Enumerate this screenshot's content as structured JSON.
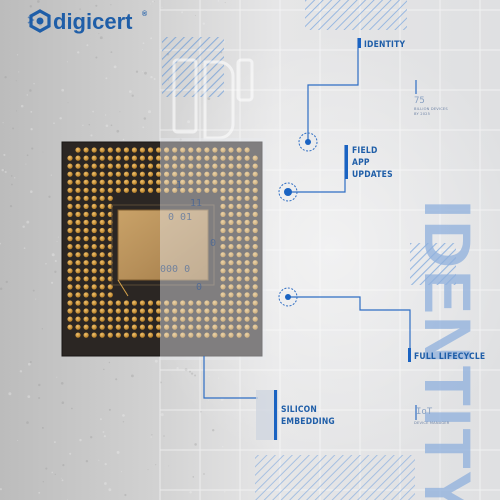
{
  "brand": {
    "name": "digicert",
    "registered_mark": "®"
  },
  "callouts": {
    "identity": "IDENTITY",
    "field_app_updates": [
      "FIELD",
      "APP",
      "UPDATES"
    ],
    "full_lifecycle": "FULL LIFECYCLE",
    "silicon_embedding": [
      "SILICON",
      "EMBEDDING"
    ]
  },
  "stats": {
    "billions": {
      "number": "75",
      "caption": [
        "BILLION DEVICES",
        "BY 2025"
      ]
    },
    "iot": {
      "label": "IoT",
      "caption": "DEVICE MANAGER"
    }
  },
  "watermark": {
    "vertical_word": "IDENTITY"
  },
  "chip_code": {
    "rows": [
      "1",
      "11",
      "0  01",
      "0",
      "000  0",
      "0"
    ]
  },
  "colors": {
    "brand_blue": "#1f5ea8",
    "accent_blue": "#1a63c2",
    "pad_gold": "#d19a3a",
    "chip_body": "#2b2623"
  }
}
